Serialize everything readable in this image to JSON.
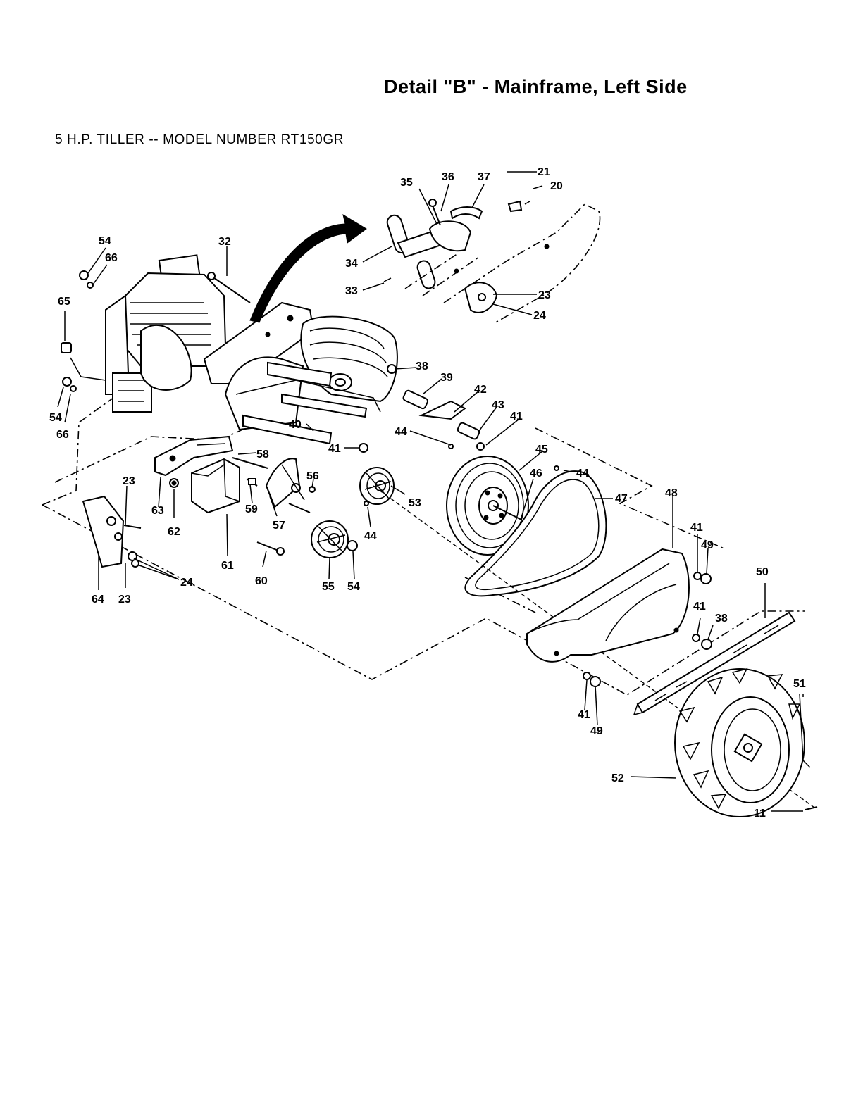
{
  "header": {
    "detail_title": "Detail \"B\" - Mainframe, Left Side",
    "model_title": "5 H.P. TILLER -- MODEL NUMBER RT150GR"
  },
  "labels": {
    "l11": "11",
    "l20": "20",
    "l21": "21",
    "l23a": "23",
    "l24a": "24",
    "l23b": "23",
    "l23c": "23",
    "l24b": "24",
    "l32": "32",
    "l33": "33",
    "l34": "34",
    "l35": "35",
    "l36": "36",
    "l37": "37",
    "l38a": "38",
    "l38b": "38",
    "l39": "39",
    "l40": "40",
    "l41a": "41",
    "l41b": "41",
    "l41c": "41",
    "l41d": "41",
    "l41e": "41",
    "l42": "42",
    "l43": "43",
    "l44a": "44",
    "l44b": "44",
    "l44c": "44",
    "l45": "45",
    "l46": "46",
    "l47": "47",
    "l48": "48",
    "l49a": "49",
    "l49b": "49",
    "l50": "50",
    "l51": "51",
    "l52": "52",
    "l53": "53",
    "l54a": "54",
    "l54b": "54",
    "l54c": "54",
    "l55": "55",
    "l56": "56",
    "l57": "57",
    "l58": "58",
    "l59": "59",
    "l60": "60",
    "l61": "61",
    "l62": "62",
    "l63": "63",
    "l64a": "64",
    "l65": "65",
    "l66a": "66",
    "l66b": "66"
  }
}
